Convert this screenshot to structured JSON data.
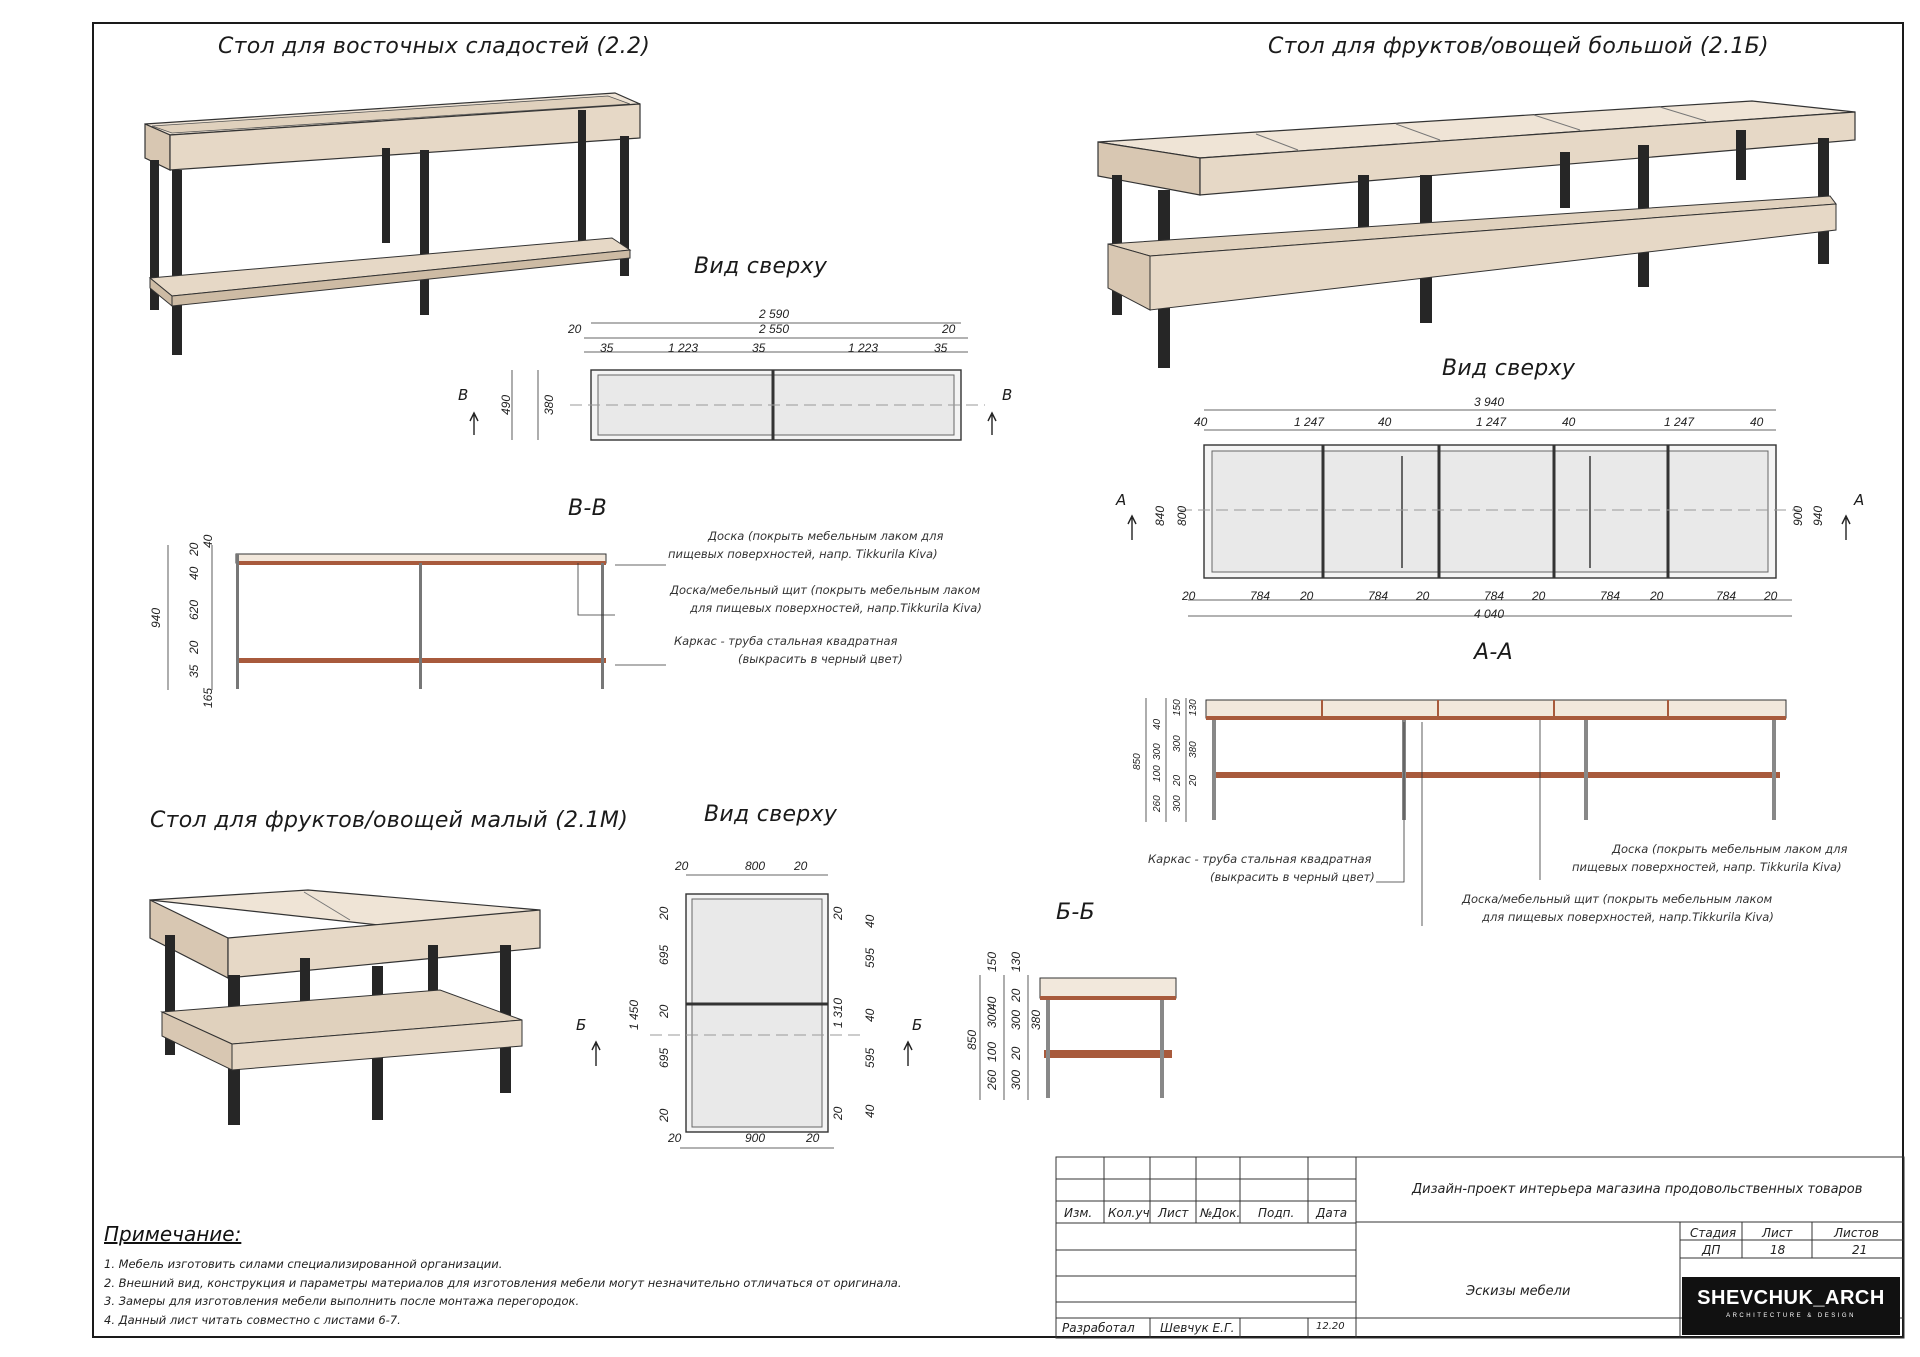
{
  "titles": {
    "sweets_table": "Стол для восточных сладостей (2.2)",
    "big_table": "Стол для фруктов/овощей большой (2.1Б)",
    "small_table": "Стол для фруктов/овощей малый (2.1М)",
    "top_view_1": "Вид сверху",
    "top_view_2": "Вид сверху",
    "top_view_3": "Вид сверху",
    "section_vv": "В-В",
    "section_aa": "А-А",
    "section_bb": "Б-Б"
  },
  "section_marks": {
    "v": "В",
    "a": "А",
    "b": "Б"
  },
  "sweets_top_dims": {
    "overall": "2 590",
    "inner": "2 550",
    "edge": "20",
    "rail": "35",
    "bay": "1 223",
    "depth": "490",
    "inner_depth": "380"
  },
  "sweets_section_dims": {
    "h_total": "940",
    "h_40": "40",
    "h_20": "20",
    "h_620": "620",
    "h_35": "35",
    "h_165": "165"
  },
  "big_top_dims": {
    "overall_top": "3 940",
    "bay": "1 247",
    "rail": "40",
    "overall_bottom": "4 040",
    "sub_bay": "784",
    "edge": "20",
    "depth_840": "840",
    "depth_800": "800",
    "depth_900": "900",
    "depth_940": "940"
  },
  "big_section_dims": {
    "h_850": "850",
    "h_40": "40",
    "h_150": "150",
    "h_130": "130",
    "h_300": "300",
    "h_380": "380",
    "h_100": "100",
    "h_20": "20",
    "h_260": "260"
  },
  "small_top_dims": {
    "w_800": "800",
    "w_900": "900",
    "edge": "20",
    "h_1450": "1 450",
    "h_1310": "1 310",
    "h_695": "695",
    "h_595": "595",
    "rail": "40"
  },
  "small_section_dims": {
    "h_850": "850",
    "h_150": "150",
    "h_130": "130",
    "h_40": "40",
    "h_20": "20",
    "h_300": "300",
    "h_380": "380",
    "h_100": "100",
    "h_260": "260"
  },
  "callouts": {
    "board_1a": "Доска (покрыть мебельным лаком для",
    "board_1b": "пищевых поверхностей, напр. Tikkurila Kiva)",
    "shield_1a": "Доска/мебельный щит (покрыть мебельным лаком",
    "shield_1b": "для пищевых поверхностей, напр.Tikkurila Kiva)",
    "frame_1a": "Каркас - труба стальная квадратная",
    "frame_1b": "(выкрасить в черный цвет)",
    "frame_2a": "Каркас - труба стальная квадратная",
    "frame_2b": "(выкрасить в черный цвет)",
    "board_2a": "Доска (покрыть мебельным лаком для",
    "board_2b": "пищевых поверхностей, напр. Tikkurila Kiva)",
    "shield_2a": "Доска/мебельный щит (покрыть мебельным лаком",
    "shield_2b": "для пищевых поверхностей, напр.Tikkurila Kiva)"
  },
  "notes": {
    "heading": "Примечание:",
    "items": [
      "1. Мебель изготовить силами специализированной организации.",
      "2. Внешний вид, конструкция и параметры материалов для изготовления мебели могут незначительно отличаться от оригинала.",
      "3. Замеры для изготовления мебели выполнить после монтажа перегородок.",
      "4. Данный лист читать совместно с листами 6-7."
    ]
  },
  "title_block": {
    "project": "Дизайн-проект интерьера магазина продовольственных товаров",
    "sheet_name": "Эскизы мебели",
    "cols": [
      "Изм.",
      "Кол.уч",
      "Лист",
      "№Док.",
      "Подп.",
      "Дата"
    ],
    "stage_label": "Стадия",
    "sheet_label": "Лист",
    "sheets_label": "Листов",
    "stage": "ДП",
    "sheet": "18",
    "sheets": "21",
    "developed_label": "Разработал",
    "developer": "Шевчук Е.Г.",
    "date": "12.20"
  },
  "brand": {
    "name": "SHEVCHUK_ARCH",
    "tagline": "ARCHITECTURE & DESIGN"
  },
  "colors": {
    "wood": "#e6d8c6",
    "wood_dark": "#c9b69e",
    "steel": "#262626",
    "section_board": "#a85a3c",
    "glass": "#eeeeee"
  }
}
